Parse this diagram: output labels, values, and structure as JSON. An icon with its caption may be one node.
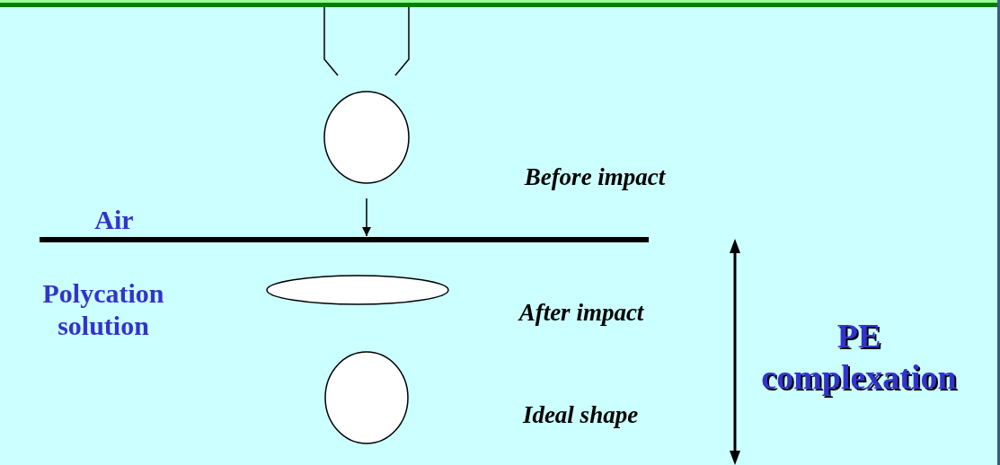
{
  "diagram": {
    "nodes": [
      {
        "text": [],
        "shape": "picture"
      },
      {
        "text": [],
        "shape": "circle"
      },
      {
        "text": [],
        "shape": "bar"
      },
      {
        "text": [],
        "shape": "ellipse"
      },
      {
        "text": [],
        "shape": "circle"
      }
    ],
    "edges": [
      {
        "from": 1,
        "to": 2,
        "arrow": "to"
      }
    ],
    "labels": [
      "Before impact",
      "Air",
      "Polycation solution",
      "After impact",
      "PE complexation",
      "Ideal shape"
    ]
  }
}
